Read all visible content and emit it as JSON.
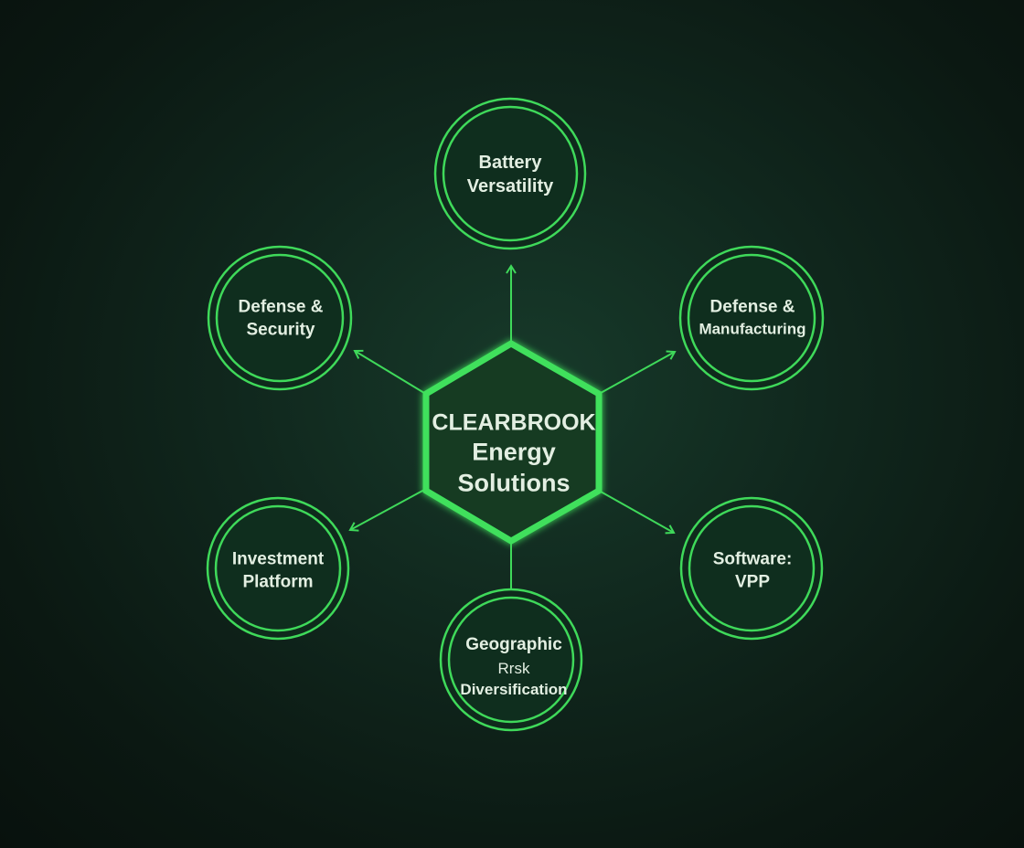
{
  "center": {
    "line1": "CLEARBROOK",
    "line2": "Energy",
    "line3": "Solutions"
  },
  "nodes": [
    {
      "id": "battery",
      "lines": [
        "Battery",
        "Versatility"
      ]
    },
    {
      "id": "defense-security",
      "lines": [
        "Defense &",
        "Security"
      ]
    },
    {
      "id": "defense-manufacturing",
      "lines": [
        "Defense &",
        "Manufacturing"
      ]
    },
    {
      "id": "investment",
      "lines": [
        "Investment",
        "Platform"
      ]
    },
    {
      "id": "software",
      "lines": [
        "Software:",
        "VPP"
      ]
    },
    {
      "id": "geographic",
      "lines": [
        "Geographic",
        "Rrsk",
        "Diversification"
      ]
    }
  ],
  "colors": {
    "accent": "#3fd95a",
    "text": "#e3efe2",
    "background": "#0b1812"
  }
}
